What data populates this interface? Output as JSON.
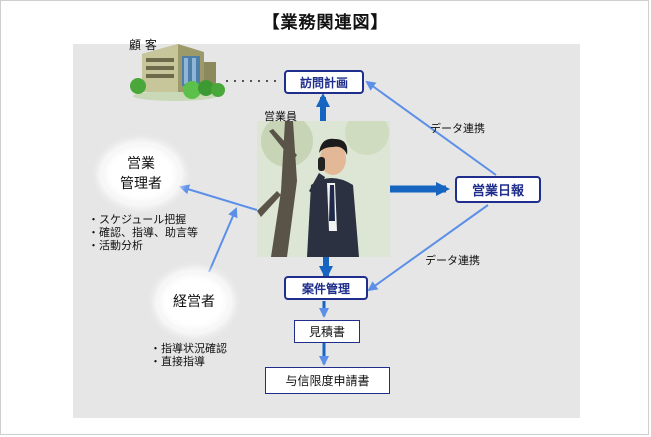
{
  "title": "【業務関連図】",
  "labels": {
    "customer": "顧 客",
    "salesperson": "営業員",
    "data_link_top": "データ連携",
    "data_link_bottom": "データ連携"
  },
  "boxes": {
    "visit_plan": "訪問計画",
    "sales_report": "営業日報",
    "case_management": "案件管理",
    "estimate": "見積書",
    "credit_application": "与信限度申請書"
  },
  "circles": {
    "sales_manager": [
      "営業",
      "管理者"
    ],
    "executive": "経営者"
  },
  "sales_manager_tasks": [
    "・スケジュール把握",
    "・確認、指導、助言等",
    "・活動分析"
  ],
  "executive_tasks": [
    "・指導状況確認",
    "・直接指導"
  ],
  "colors": {
    "box_border": "#1f2e8c",
    "thick_arrow": "#1665c0",
    "thin_arrow": "#5b8fe8",
    "panel": "#e6e6e6"
  }
}
